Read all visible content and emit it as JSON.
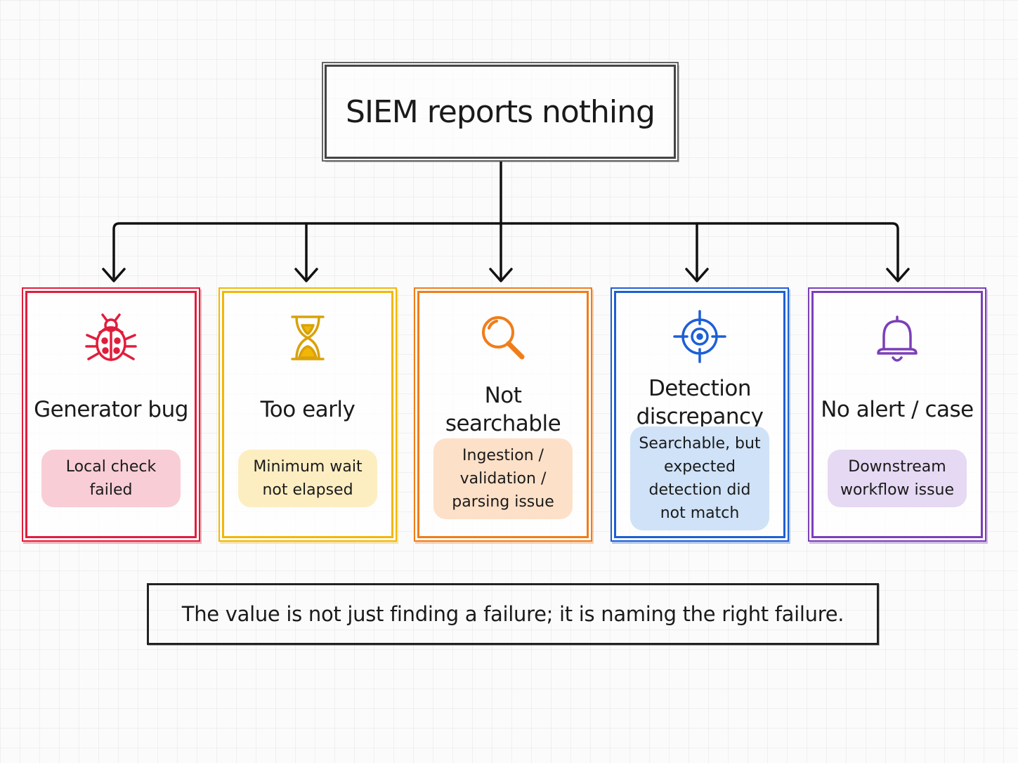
{
  "root": {
    "title": "SIEM reports nothing"
  },
  "cards": [
    {
      "title": "Generator bug",
      "subtitle": "Local check failed",
      "icon": "bug-icon",
      "color": "#e11d3b",
      "tint": "#f9cdd6"
    },
    {
      "title": "Too early",
      "subtitle": "Minimum wait not elapsed",
      "icon": "hourglass-icon",
      "color": "#f2b705",
      "tint": "#fdeec2"
    },
    {
      "title": "Not searchable",
      "subtitle": "Ingestion / validation / parsing issue",
      "icon": "magnifier-icon",
      "color": "#f07d1a",
      "tint": "#fde0c8"
    },
    {
      "title": "Detection discrepancy",
      "subtitle": "Searchable, but expected detection did not match",
      "icon": "target-icon",
      "color": "#1d5fd6",
      "tint": "#cfe2f8"
    },
    {
      "title": "No alert / case",
      "subtitle": "Downstream workflow issue",
      "icon": "bell-icon",
      "color": "#7b3fb8",
      "tint": "#e6d9f3"
    }
  ],
  "footer": {
    "text": "The value is not just finding a failure; it is naming the right failure."
  }
}
